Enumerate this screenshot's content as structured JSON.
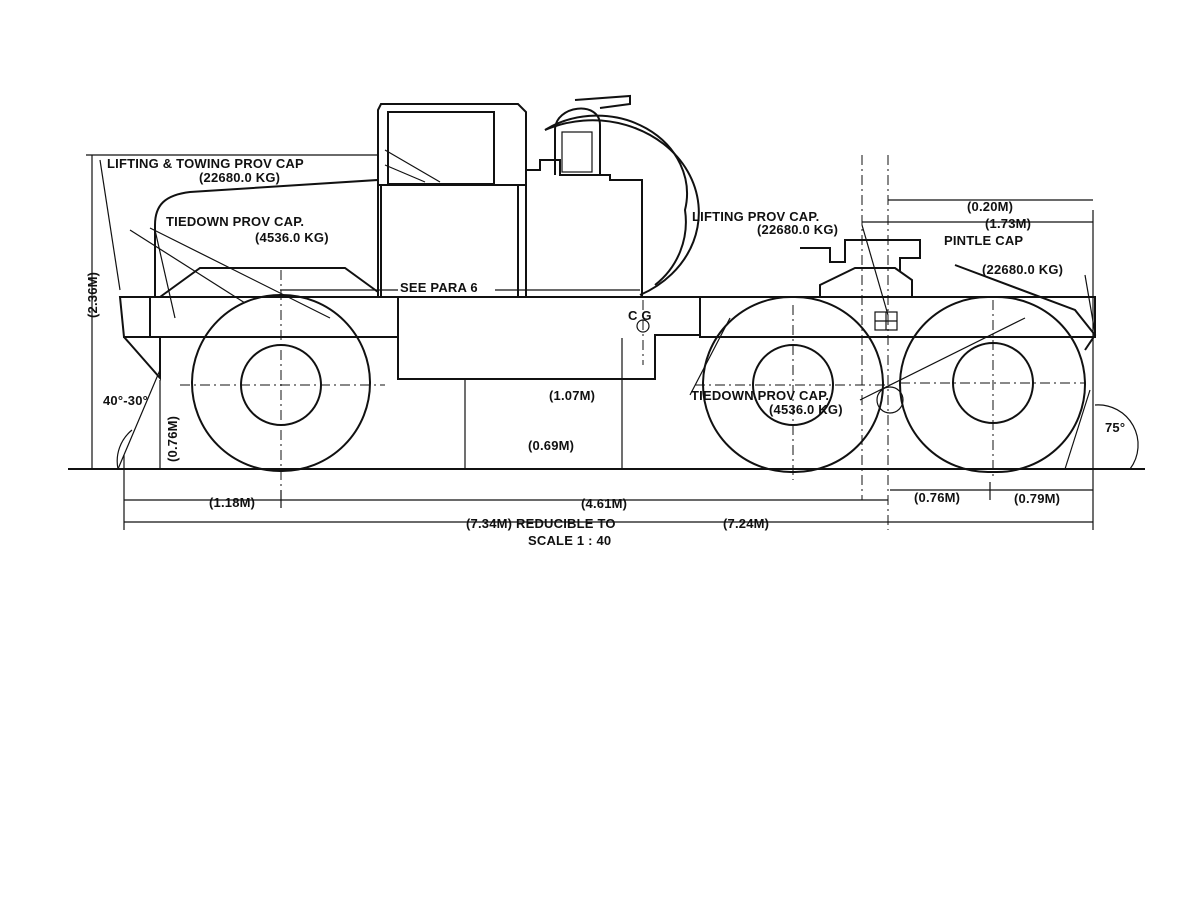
{
  "labels": {
    "lifting_towing_1": "LIFTING & TOWING PROV CAP",
    "lifting_towing_2": "(22680.0 KG)",
    "tiedown_front_1": "TIEDOWN PROV CAP.",
    "tiedown_front_2": "(4536.0 KG)",
    "see_para": "SEE PARA 6",
    "cg": "C G",
    "lifting_rear_1": "LIFTING PROV CAP.",
    "lifting_rear_2": "(22680.0 KG)",
    "pintle_1": "PINTLE CAP",
    "pintle_2": "(22680.0 KG)",
    "tiedown_rear_1": "TIEDOWN PROV CAP.",
    "tiedown_rear_2": "(4536.0 KG)",
    "angle_front": "40°-30°",
    "angle_rear": "75°",
    "height_overall": "(2.36M)",
    "height_bumper": "(0.76M)",
    "cg_height": "(1.07M)",
    "ground_clear": "(0.69M)",
    "dim_0_20": "(0.20M)",
    "dim_1_73": "(1.73M)",
    "dim_1_18": "(1.18M)",
    "dim_4_61": "(4.61M)",
    "dim_0_76": "(0.76M)",
    "dim_0_79": "(0.79M)",
    "overall_1": "(7.34M) REDUCIBLE TO",
    "overall_2": "SCALE 1 : 40",
    "dim_7_24": "(7.24M)"
  }
}
